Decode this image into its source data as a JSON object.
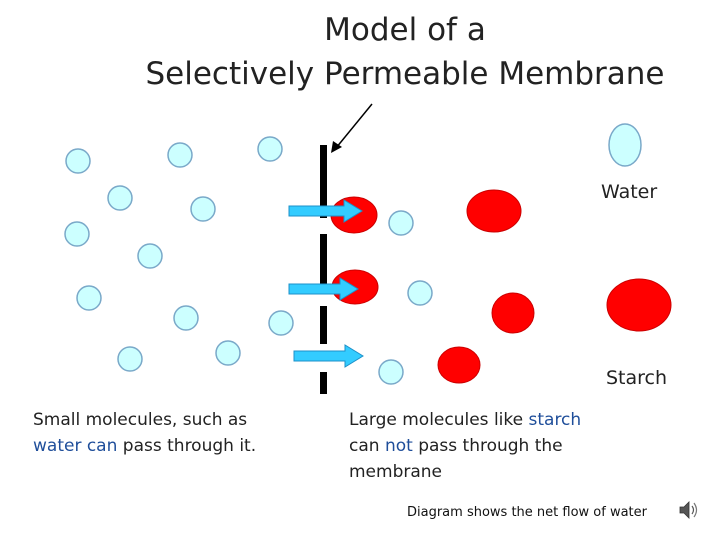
{
  "title": {
    "line1": "Model of a",
    "line2": "Selectively Permeable Membrane"
  },
  "legend": {
    "water": "Water",
    "starch": "Starch"
  },
  "captions": {
    "left": {
      "part1": "Small molecules, such as",
      "highlight": "water can",
      "part2": "pass through it."
    },
    "right": {
      "part1": "Large molecules like",
      "highlight1": "starch",
      "part2": "can",
      "highlight2": "not",
      "part3": "pass through the",
      "part4": "membrane"
    }
  },
  "note": "Diagram shows the net flow of water",
  "colors": {
    "water_fill": "#ccffff",
    "water_stroke": "#7aa9c9",
    "starch_fill": "#ff0000",
    "arrow_fill": "#33ccff",
    "membrane": "#000000",
    "highlight_text": "#1f4e9a"
  },
  "icons": {
    "speaker": "speaker-icon"
  }
}
